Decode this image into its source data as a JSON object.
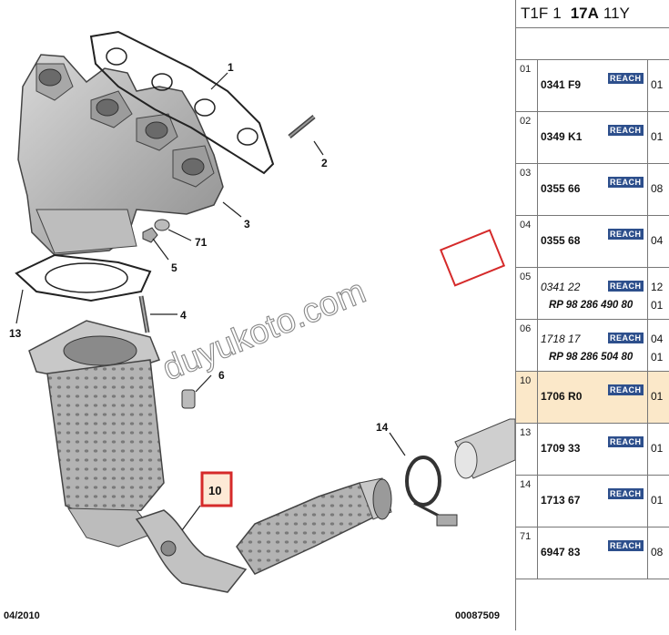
{
  "header": {
    "prefix": "T1F",
    "num": "1",
    "code": "17A",
    "suffix": "11Y"
  },
  "footer": {
    "date": "04/2010",
    "ref": "00087509"
  },
  "watermark": "duyukoto.com",
  "callouts": [
    "1",
    "2",
    "3",
    "4",
    "5",
    "6",
    "10",
    "13",
    "14",
    "71"
  ],
  "colors": {
    "selected_row": "#fbe8c9",
    "reach_badge": "#2d4f8c",
    "highlight_box": "#d52a2a"
  },
  "parts": [
    {
      "idx": "01",
      "ref": "0341 F9",
      "rp": "",
      "badge": "REACH",
      "qty": "01",
      "qty2": "",
      "italic": false,
      "selected": false
    },
    {
      "idx": "02",
      "ref": "0349 K1",
      "rp": "",
      "badge": "REACH",
      "qty": "01",
      "qty2": "",
      "italic": false,
      "selected": false
    },
    {
      "idx": "03",
      "ref": "0355 66",
      "rp": "",
      "badge": "REACH",
      "qty": "08",
      "qty2": "",
      "italic": false,
      "selected": false
    },
    {
      "idx": "04",
      "ref": "0355 68",
      "rp": "",
      "badge": "REACH",
      "qty": "04",
      "qty2": "",
      "italic": false,
      "selected": false
    },
    {
      "idx": "05",
      "ref": "0341 22",
      "rp": "RP 98 286 490 80",
      "badge": "REACH",
      "qty": "12",
      "qty2": "01",
      "italic": true,
      "selected": false
    },
    {
      "idx": "06",
      "ref": "1718 17",
      "rp": "RP 98 286 504 80",
      "badge": "REACH",
      "qty": "04",
      "qty2": "01",
      "italic": true,
      "selected": false
    },
    {
      "idx": "10",
      "ref": "1706 R0",
      "rp": "",
      "badge": "REACH",
      "qty": "01",
      "qty2": "",
      "italic": false,
      "selected": true
    },
    {
      "idx": "13",
      "ref": "1709 33",
      "rp": "",
      "badge": "REACH",
      "qty": "01",
      "qty2": "",
      "italic": false,
      "selected": false
    },
    {
      "idx": "14",
      "ref": "1713 67",
      "rp": "",
      "badge": "REACH",
      "qty": "01",
      "qty2": "",
      "italic": false,
      "selected": false
    },
    {
      "idx": "71",
      "ref": "6947 83",
      "rp": "",
      "badge": "REACH",
      "qty": "08",
      "qty2": "",
      "italic": false,
      "selected": false
    }
  ]
}
